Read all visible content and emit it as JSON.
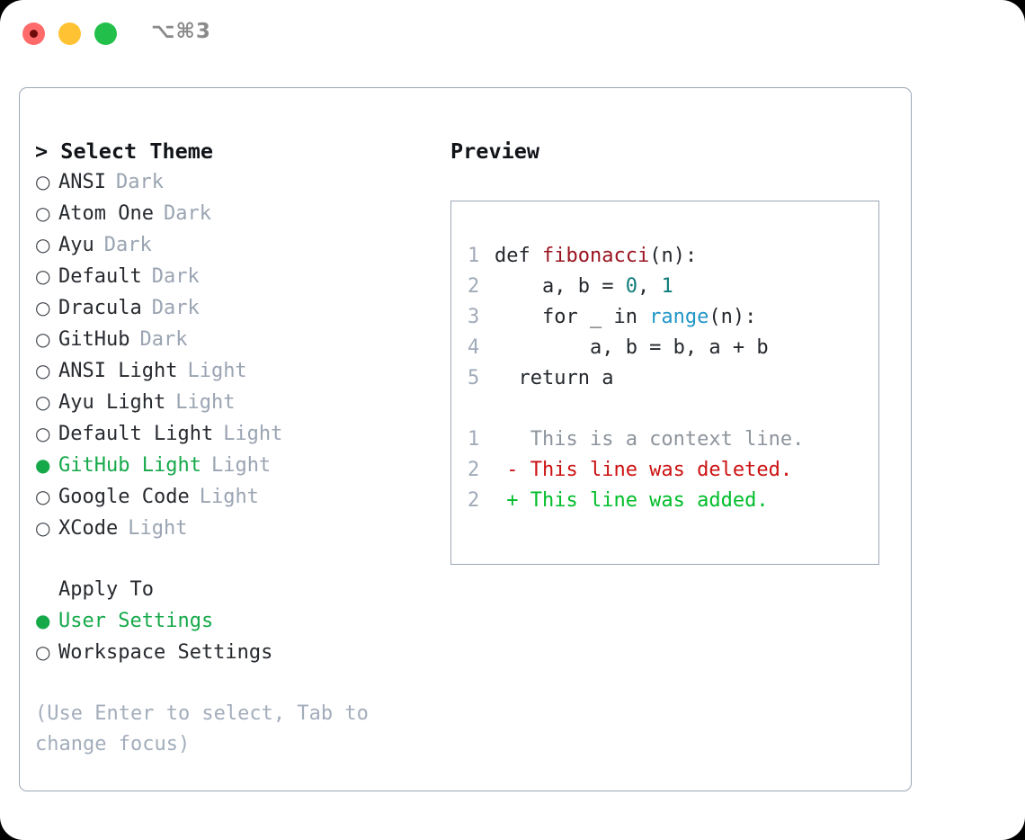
{
  "titlebar": {
    "shortcut": "⌥⌘3",
    "dots": [
      {
        "name": "close-dot",
        "color": "#ff6b6b"
      },
      {
        "name": "minimize-dot",
        "color": "#ffc233"
      },
      {
        "name": "maximize-dot",
        "color": "#22c04a"
      }
    ]
  },
  "theme_picker": {
    "header": "> Select Theme",
    "bullet_unselected": "○",
    "bullet_selected": "●",
    "items": [
      {
        "label": "ANSI",
        "badge": "Dark",
        "selected": false
      },
      {
        "label": "Atom One",
        "badge": "Dark",
        "selected": false
      },
      {
        "label": "Ayu",
        "badge": "Dark",
        "selected": false
      },
      {
        "label": "Default",
        "badge": "Dark",
        "selected": false
      },
      {
        "label": "Dracula",
        "badge": "Dark",
        "selected": false
      },
      {
        "label": "GitHub",
        "badge": "Dark",
        "selected": false
      },
      {
        "label": "ANSI Light",
        "badge": "Light",
        "selected": false
      },
      {
        "label": "Ayu Light",
        "badge": "Light",
        "selected": false
      },
      {
        "label": "Default Light",
        "badge": "Light",
        "selected": false
      },
      {
        "label": "GitHub Light",
        "badge": "Light",
        "selected": true
      },
      {
        "label": "Google Code",
        "badge": "Light",
        "selected": false
      },
      {
        "label": "XCode",
        "badge": "Light",
        "selected": false
      }
    ]
  },
  "apply_to": {
    "header": "Apply To",
    "items": [
      {
        "label": "User Settings",
        "selected": true
      },
      {
        "label": "Workspace Settings",
        "selected": false
      }
    ]
  },
  "hint": "(Use Enter to select, Tab to change focus)",
  "preview": {
    "title": "Preview",
    "code_lines": [
      {
        "num": "1",
        "segments": [
          {
            "text": "def ",
            "tok": "code-text"
          },
          {
            "text": "fibonacci",
            "tok": "tok-fn"
          },
          {
            "text": "(n):",
            "tok": "code-text"
          }
        ]
      },
      {
        "num": "2",
        "segments": [
          {
            "text": "    a, b = ",
            "tok": "code-text"
          },
          {
            "text": "0",
            "tok": "tok-num"
          },
          {
            "text": ", ",
            "tok": "code-text"
          },
          {
            "text": "1",
            "tok": "tok-num"
          }
        ]
      },
      {
        "num": "3",
        "segments": [
          {
            "text": "    for _ in ",
            "tok": "code-text"
          },
          {
            "text": "range",
            "tok": "tok-call"
          },
          {
            "text": "(n):",
            "tok": "code-text"
          }
        ]
      },
      {
        "num": "4",
        "segments": [
          {
            "text": "        a, b = b, a + b",
            "tok": "code-text"
          }
        ]
      },
      {
        "num": "5",
        "segments": [
          {
            "text": "  return a",
            "tok": "code-text"
          }
        ]
      }
    ],
    "diff_lines": [
      {
        "num": "1",
        "segments": [
          {
            "text": "   This is a context line.",
            "tok": "tok-ctx"
          }
        ]
      },
      {
        "num": "2",
        "segments": [
          {
            "text": " - This line was deleted.",
            "tok": "tok-del"
          }
        ]
      },
      {
        "num": "2",
        "segments": [
          {
            "text": " + This line was added.",
            "tok": "tok-add"
          }
        ]
      }
    ]
  },
  "colors": {
    "accent_green": "#16a94a",
    "border": "#9ca7b6",
    "muted": "#9aa4b2",
    "line_number": "#a0aab8",
    "diff_delete": "#cc1111",
    "diff_add": "#00bd2a",
    "token_function": "#9b1420",
    "token_number": "#0e7c7b",
    "token_call": "#2196c9"
  }
}
